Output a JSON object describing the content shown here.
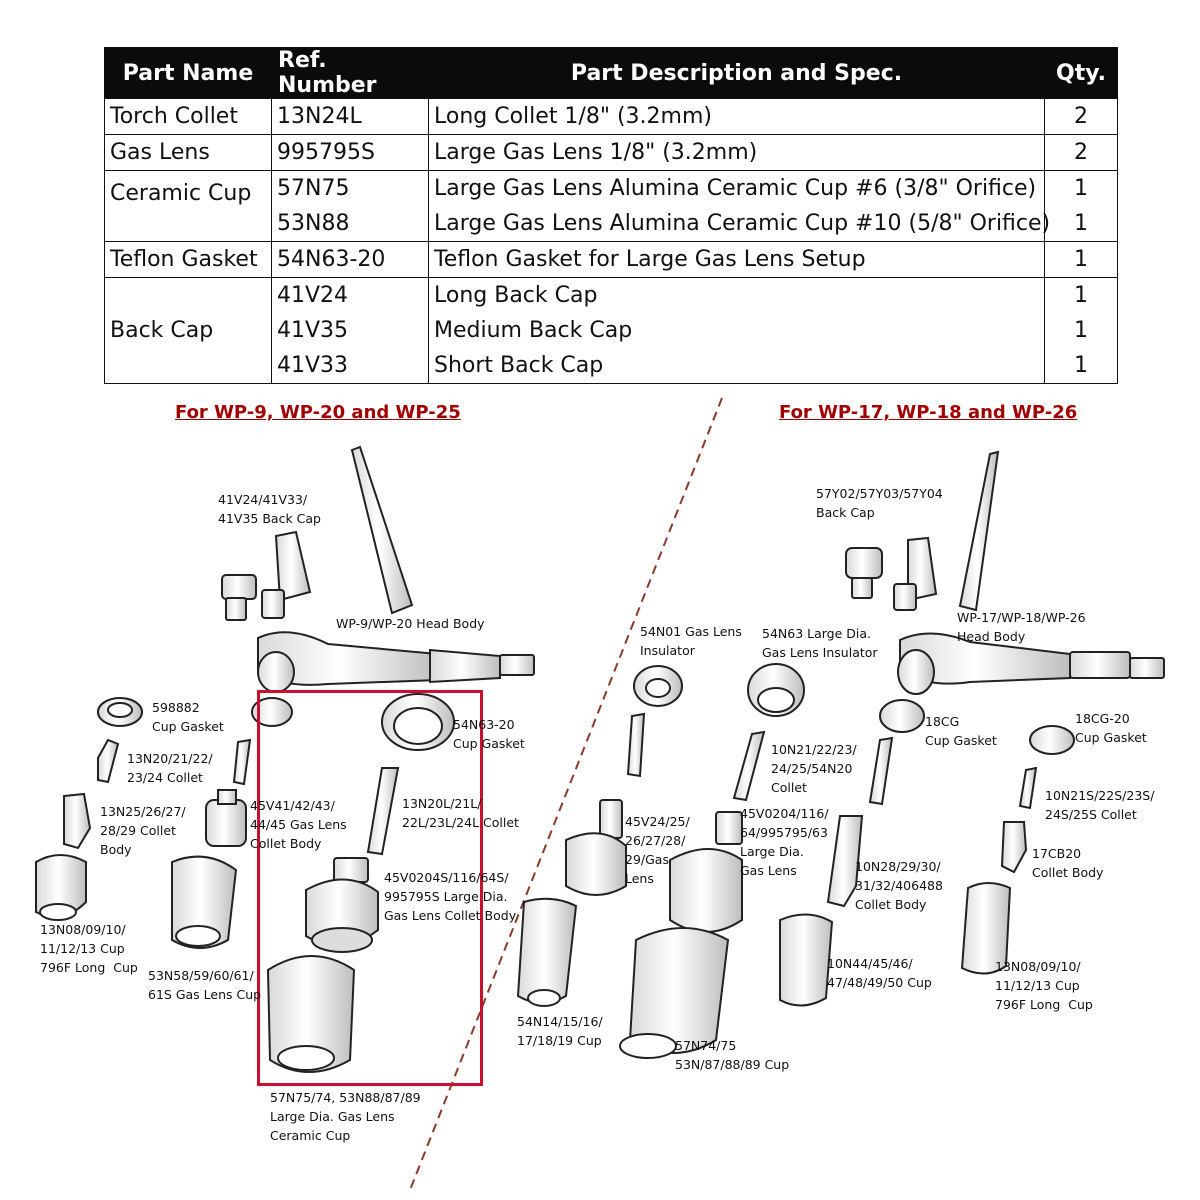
{
  "table": {
    "headers": {
      "part_name": "Part Name",
      "ref_number": "Ref. Number",
      "description": "Part Description and Spec.",
      "qty": "Qty."
    },
    "rows": [
      {
        "part_name": "Torch Collet",
        "ref": "13N24L",
        "desc": "Long Collet 1/8\" (3.2mm)",
        "qty": "2"
      },
      {
        "part_name": "Gas Lens",
        "ref": "995795S",
        "desc": "Large Gas Lens 1/8\" (3.2mm)",
        "qty": "2"
      },
      {
        "part_name": "Ceramic Cup",
        "ref": "57N75",
        "desc": "Large Gas Lens Alumina Ceramic Cup #6 (3/8\" Orifice)",
        "qty": "1"
      },
      {
        "part_name": "",
        "ref": "53N88",
        "desc": "Large Gas Lens Alumina Ceramic Cup #10 (5/8\" Orifice)",
        "qty": "1"
      },
      {
        "part_name": "Teflon Gasket",
        "ref": "54N63-20",
        "desc": "Teflon Gasket for Large Gas Lens Setup",
        "qty": "1"
      },
      {
        "part_name": "",
        "ref": "41V24",
        "desc": "Long Back Cap",
        "qty": "1"
      },
      {
        "part_name": "Back Cap",
        "ref": "41V35",
        "desc": "Medium Back Cap",
        "qty": "1"
      },
      {
        "part_name": "",
        "ref": "41V33",
        "desc": "Short Back Cap",
        "qty": "1"
      }
    ]
  },
  "sections": {
    "left_title": "For  WP-9, WP-20 and WP-25",
    "right_title": "For  WP-17, WP-18 and WP-26"
  },
  "labels": {
    "l_back_cap": "41V24/41V33/\n41V35 Back Cap",
    "l_head_body": "WP-9/WP-20 Head Body",
    "l_cup_gasket": "598882\nCup Gasket",
    "l_collet": "13N20/21/22/\n23/24 Collet",
    "l_collet_body": "13N25/26/27/\n28/29 Collet\nBody",
    "l_cup": "13N08/09/10/\n11/12/13 Cup\n796F Long  Cup",
    "l_gas_lens_collet_body": "45V41/42/43/\n44/45 Gas Lens\nCollet Body",
    "l_gas_lens_cup": "53N58/59/60/61/\n61S Gas Lens Cup",
    "h_cup_gasket": "54N63-20\nCup Gasket",
    "h_collet": "13N20L/21L/\n22L/23L/24L Collet",
    "h_lens_body": "45V0204S/116/64S/\n995795S Large Dia.\nGas Lens Collet Body",
    "h_ceramic_cup": "57N75/74, 53N88/87/89\nLarge Dia. Gas Lens\nCeramic Cup",
    "m_insulator": "54N01 Gas Lens\nInsulator",
    "m_gas_lens": "45V24/25/\n26/27/28/\n29/Gas\nLens",
    "m_cup": "54N14/15/16/\n17/18/19 Cup",
    "m_large_insulator": "54N63 Large Dia.\nGas Lens Insulator",
    "m_collet": "10N21/22/23/\n24/25/54N20\nCollet",
    "m_large_lens": "45V0204/116/\n64/995795/63\nLarge Dia.\nGas Lens",
    "m_large_cup": "57N74/75\n53N/87/88/89 Cup",
    "r_back_cap": "57Y02/57Y03/57Y04\nBack Cap",
    "r_head_body": "WP-17/WP-18/WP-26\nHead Body",
    "r_cup_gasket_18cg": "18CG\nCup Gasket",
    "r_cup_gasket_18cg20": "18CG-20\nCup Gasket",
    "r_collet_body": "10N28/29/30/\n31/32/406488\nCollet Body",
    "r_collet_s": "10N21S/22S/23S/\n24S/25S Collet",
    "r_collet_body_17": "17CB20\nCollet Body",
    "r_cup_50": "10N44/45/46/\n47/48/49/50 Cup",
    "r_cup_long": "13N08/09/10/\n11/12/13 Cup\n796F Long  Cup"
  },
  "colors": {
    "section_title": "#a00000",
    "highlight": "#c8102e",
    "table_header_bg": "#0b0b0b"
  }
}
